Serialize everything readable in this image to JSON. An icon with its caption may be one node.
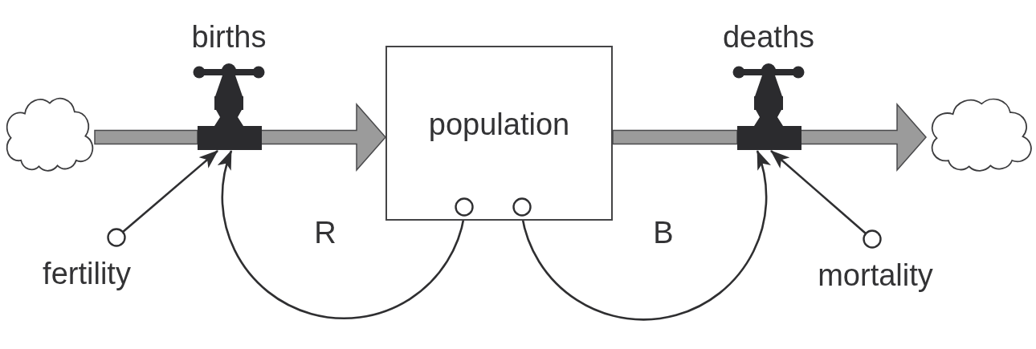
{
  "diagram": {
    "nodes": [
      {
        "text": [],
        "shape": "cloud"
      },
      {
        "text": [
          "births"
        ]
      },
      {
        "text": [
          "population"
        ]
      },
      {
        "text": [
          "deaths"
        ]
      },
      {
        "text": [],
        "shape": "cloud"
      },
      {
        "text": [
          "fertility"
        ]
      },
      {
        "text": [
          "mortality"
        ]
      }
    ],
    "edges": [
      {
        "from": 0,
        "to": 1,
        "arrow": "none",
        "style": "thick",
        "color": "#9b9b9b"
      },
      {
        "from": 1,
        "to": 2,
        "arrow": "to",
        "style": "thick",
        "color": "#9b9b9b"
      },
      {
        "from": 2,
        "to": 3,
        "arrow": "none",
        "style": "thick",
        "color": "#9b9b9b"
      },
      {
        "from": 3,
        "to": 4,
        "arrow": "to",
        "style": "thick",
        "color": "#9b9b9b"
      },
      {
        "from": 5,
        "to": 1,
        "arrow": "to"
      },
      {
        "from": 2,
        "to": 1,
        "arrow": "to"
      },
      {
        "from": 2,
        "to": 3,
        "arrow": "to"
      },
      {
        "from": 6,
        "to": 3,
        "arrow": "to"
      }
    ],
    "labels": [
      "R",
      "B"
    ]
  }
}
